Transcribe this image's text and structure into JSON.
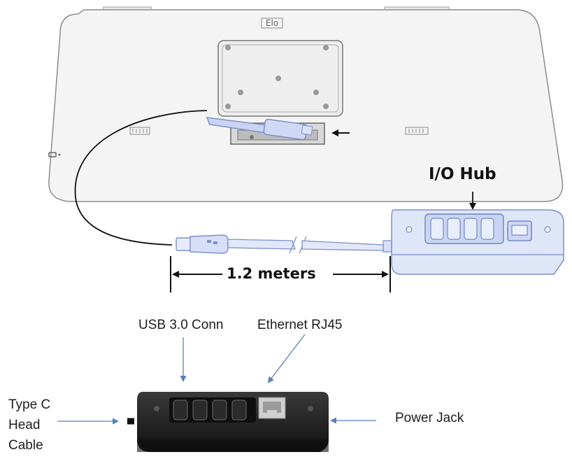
{
  "monitor": {
    "logo": "Elo"
  },
  "callouts": {
    "io_hub": "I/O Hub",
    "cable_length": "1.2 meters",
    "usb_conn": "USB 3.0 Conn",
    "ethernet": "Ethernet RJ45",
    "type_c_line1": "Type C",
    "type_c_line2": "Head",
    "type_c_line3": "Cable",
    "power_jack": "Power Jack"
  },
  "hub": {
    "usb_port_count": 4,
    "ethernet_port_count": 1
  },
  "colors": {
    "monitor_body": "#f2f2f2",
    "outline": "#9a9a9a",
    "hub_blue": "#dfe6f7",
    "hub_black": "#1c1c1c",
    "arrow_blue": "#5b7fb6"
  }
}
